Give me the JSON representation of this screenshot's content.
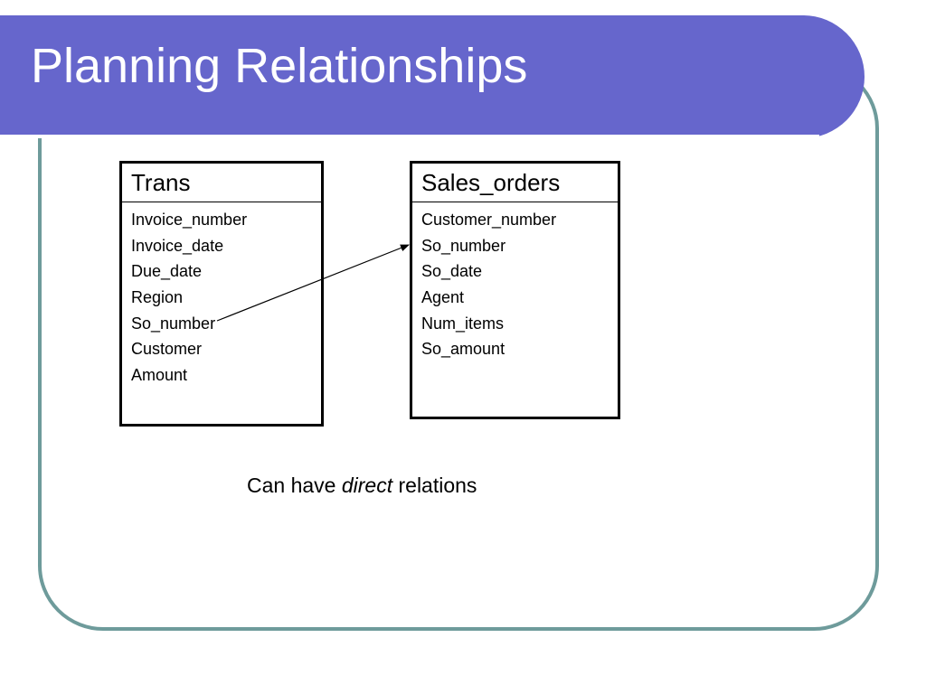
{
  "slide": {
    "title": "Planning Relationships",
    "colors": {
      "title_bar": "#6666cc",
      "frame_border": "#6e9b9b",
      "title_text": "#ffffff"
    }
  },
  "tables": [
    {
      "name": "Trans",
      "fields": [
        "Invoice_number",
        "Invoice_date",
        "Due_date",
        "Region",
        "So_number",
        "Customer",
        "Amount"
      ]
    },
    {
      "name": "Sales_orders",
      "fields": [
        "Customer_number",
        "So_number",
        "So_date",
        "Agent",
        "Num_items",
        "So_amount"
      ]
    }
  ],
  "relation": {
    "from_table": "Trans",
    "from_field": "So_number",
    "to_table": "Sales_orders",
    "to_field": "So_number"
  },
  "caption": {
    "before": "Can have ",
    "emphasis": "direct",
    "after": " relations"
  }
}
